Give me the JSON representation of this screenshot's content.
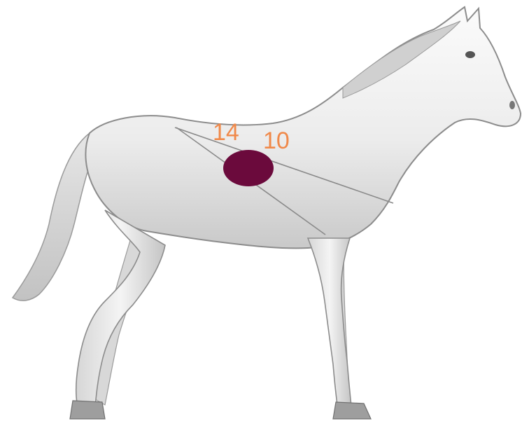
{
  "figure": {
    "subject_icon": "horse-lateral-view",
    "marker_color": "#6b0a3c",
    "label_color": "#f0894a",
    "line_color": "#8a8a8a"
  },
  "labels": {
    "rib_left": "14",
    "rib_right": "10"
  }
}
